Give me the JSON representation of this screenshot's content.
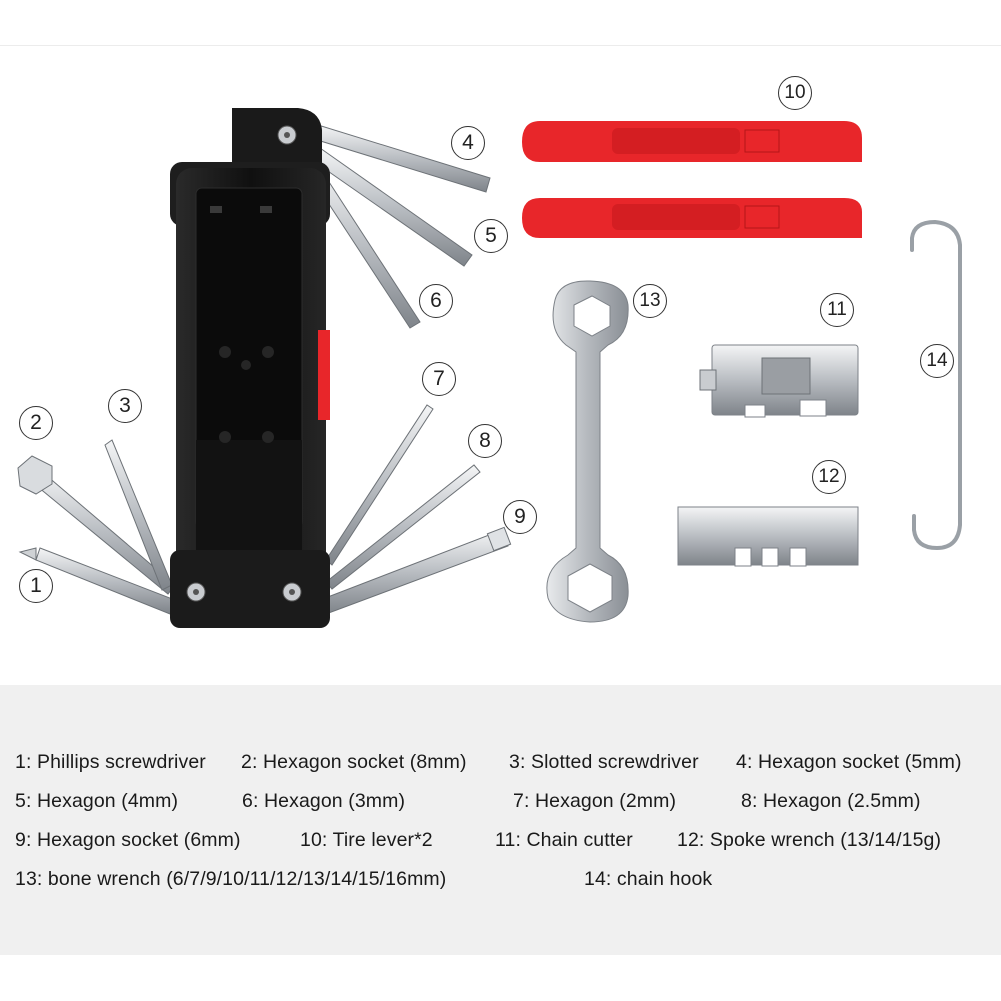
{
  "callouts": [
    "1",
    "2",
    "3",
    "4",
    "5",
    "6",
    "7",
    "8",
    "9",
    "10",
    "11",
    "12",
    "13",
    "14"
  ],
  "legend": {
    "items": [
      "1: Phillips screwdriver",
      "2: Hexagon socket (8mm)",
      "3: Slotted screwdriver",
      "4: Hexagon socket (5mm)",
      "5: Hexagon (4mm)",
      "6: Hexagon (3mm)",
      "7: Hexagon (2mm)",
      "8: Hexagon (2.5mm)",
      "9: Hexagon socket (6mm)",
      "10: Tire lever*2",
      "11: Chain cutter",
      "12: Spoke wrench (13/14/15g)",
      "13: bone wrench (6/7/9/10/11/12/13/14/15/16mm)",
      "14: chain hook"
    ]
  },
  "colors": {
    "tool_body": "#151515",
    "tire_lever": "#e8262a",
    "metal": "#c9ccd0",
    "legend_bg": "#f0f0f0"
  }
}
